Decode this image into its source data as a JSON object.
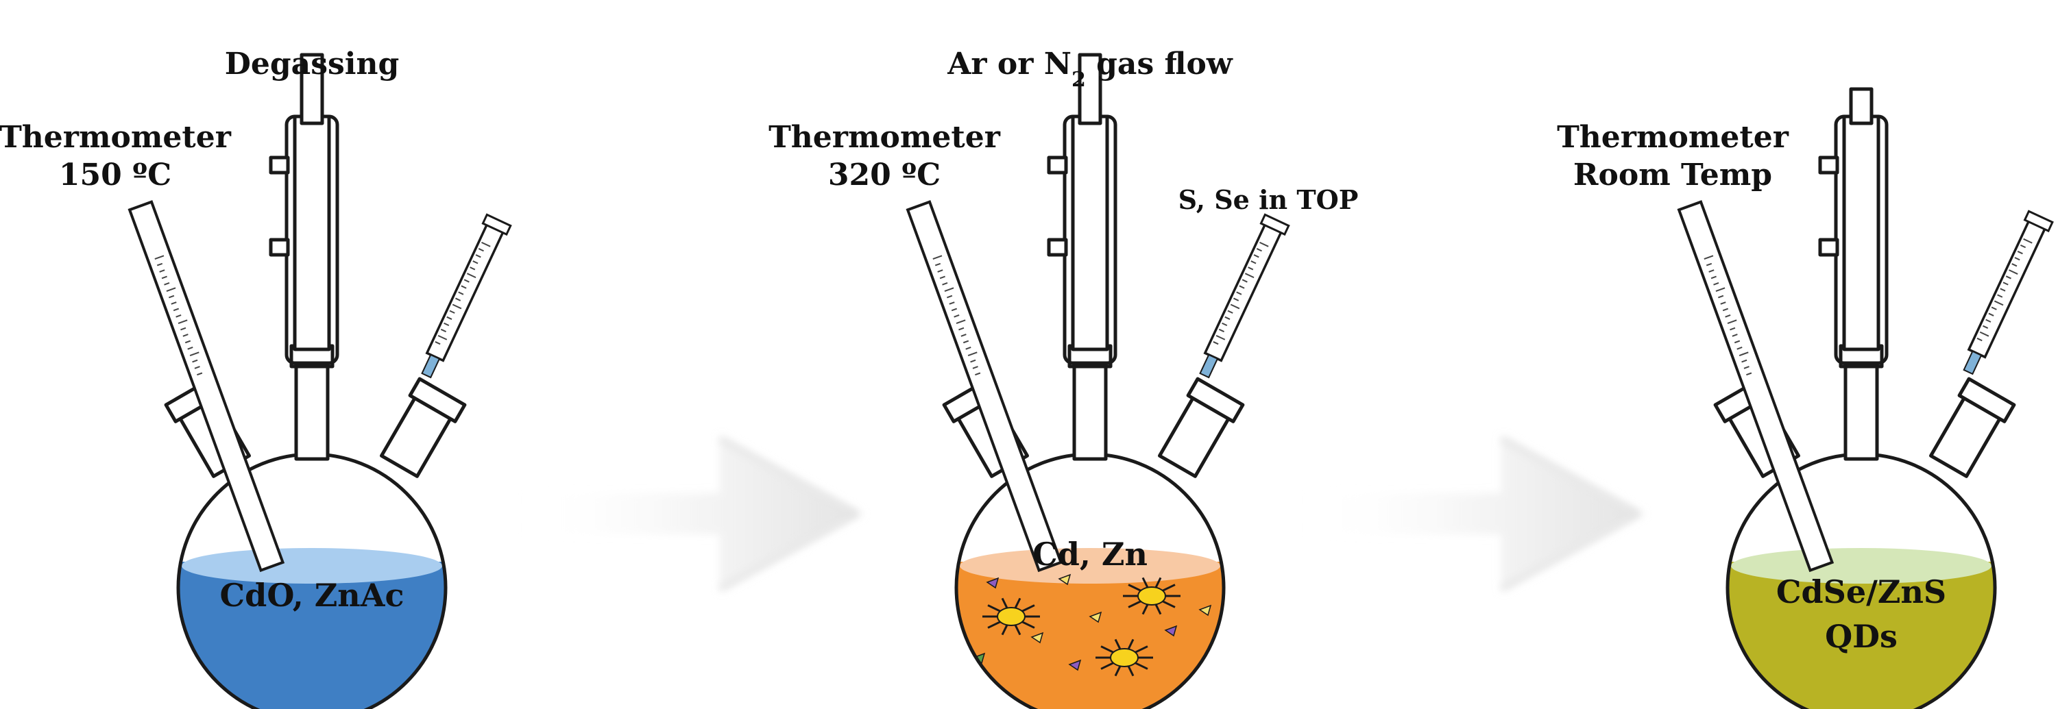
{
  "stages": [
    {
      "top_label": "Degassing",
      "top_label_sub": "",
      "top_label_tail": "",
      "thermometer_label_line1": "Thermometer",
      "thermometer_label_line2": "150 ºC",
      "syringe_label": "",
      "liquid_label_line1": "CdO, ZnAc",
      "liquid_label_line2": "",
      "liquid_color": "#3f7fc4",
      "liquid_top_color": "#a9cdef"
    },
    {
      "top_label": "Ar or N",
      "top_label_sub": "2",
      "top_label_tail": " gas flow",
      "thermometer_label_line1": "Thermometer",
      "thermometer_label_line2": "320 ºC",
      "syringe_label": "S, Se in TOP",
      "liquid_label_line1": "Cd, Zn",
      "liquid_label_line2": "",
      "liquid_color": "#f2902e",
      "liquid_top_color": "#f8c9a4"
    },
    {
      "top_label": "",
      "top_label_sub": "",
      "top_label_tail": "",
      "thermometer_label_line1": "Thermometer",
      "thermometer_label_line2": "Room Temp",
      "syringe_label": "",
      "liquid_label_line1": "CdSe/ZnS",
      "liquid_label_line2": "QDs",
      "liquid_color": "#b8b324",
      "liquid_top_color": "#d5e7b8"
    }
  ],
  "colors": {
    "syringe_tip": "#7fb2d8",
    "nanocrystal_core": "#f7d21e",
    "arrow_shade": "#e9e9e9"
  }
}
